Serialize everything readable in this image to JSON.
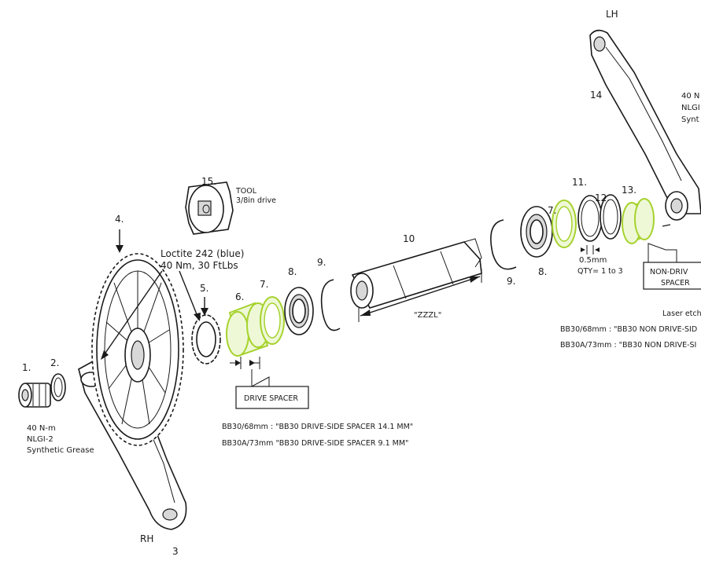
{
  "colors": {
    "highlight": "#a6d22e",
    "line": "#1a1a1a",
    "background": "#ffffff"
  },
  "side_labels": {
    "lh": "LH",
    "rh": "RH"
  },
  "part_numbers": {
    "p1": "1.",
    "p2": "2.",
    "p3": "3",
    "p4": "4.",
    "p5": "5.",
    "p6": "6.",
    "p7a": "7.",
    "p7b": "7.",
    "p8a": "8.",
    "p8b": "8.",
    "p9a": "9.",
    "p9b": "9.",
    "p10": "10",
    "p11": "11.",
    "p12": "12.",
    "p13": "13.",
    "p14": "14",
    "p15": "15."
  },
  "notes": {
    "tool_line1": "TOOL",
    "tool_line2": "3/8in drive",
    "loctite_line1": "Loctite 242 (blue)",
    "loctite_line2": "40 Nm, 30 FtLbs",
    "grease_line1": "40 N-m",
    "grease_line2": "NLGI-2",
    "grease_line3": "Synthetic Grease",
    "lh_torque_line1": "40 N",
    "lh_torque_line2": "NLGI",
    "lh_torque_line3": "Synt",
    "zzzl": "\"ZZZL\"",
    "spacer_width": "0.5mm",
    "spacer_qty": "QTY= 1 to 3",
    "laser_etch": "Laser etch"
  },
  "drive_spacer": {
    "box_label": "DRIVE SPACER",
    "bb30": "BB30/68mm :  \"BB30 DRIVE-SIDE SPACER 14.1 MM\"",
    "bb30a": "BB30A/73mm   \"BB30  DRIVE-SIDE SPACER 9.1 MM\""
  },
  "non_drive_spacer": {
    "box_line1": "NON-DRIV",
    "box_line2": "SPACER",
    "bb30": "BB30/68mm : \"BB30 NON DRIVE-SID",
    "bb30a": "BB30A/73mm : \"BB30 NON DRIVE-SI"
  }
}
